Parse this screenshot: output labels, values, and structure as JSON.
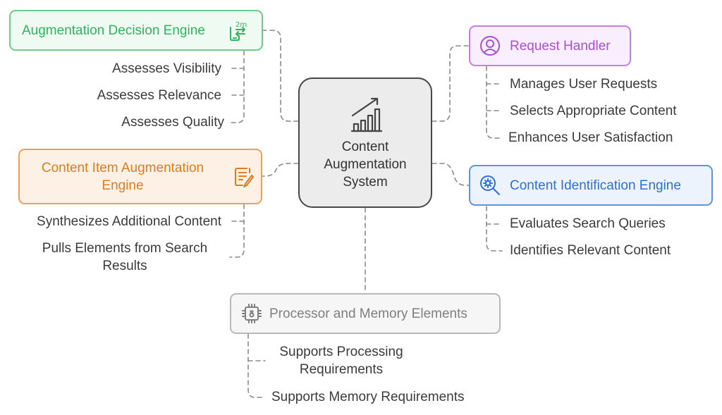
{
  "center": {
    "title_line1": "Content",
    "title_line2": "Augmentation",
    "title_line3": "System",
    "icon": "chart-growth-icon"
  },
  "nodes": {
    "decision": {
      "label": "Augmentation Decision Engine",
      "icon": "phone-sync-icon",
      "color": "#2fb45c",
      "items": [
        "Assesses Visibility",
        "Assesses Relevance",
        "Assesses Quality"
      ]
    },
    "request": {
      "label": "Request Handler",
      "icon": "user-circle-icon",
      "color": "#a94fd3",
      "items": [
        "Manages User Requests",
        "Selects Appropriate Content",
        "Enhances User Satisfaction"
      ]
    },
    "item_aug": {
      "label_line1": "Content Item Augmentation",
      "label_line2": "Engine",
      "icon": "document-edit-icon",
      "color": "#dd7d22",
      "items": [
        "Synthesizes Additional Content"
      ],
      "pulls_line1": "Pulls Elements from Search",
      "pulls_line2": "Results"
    },
    "identification": {
      "label": "Content Identification Engine",
      "icon": "search-gear-icon",
      "color": "#2f6fd8",
      "items": [
        "Evaluates Search Queries",
        "Identifies Relevant Content"
      ]
    },
    "processor": {
      "label": "Processor and Memory Elements",
      "icon": "chip-icon",
      "color": "#7f7f7f",
      "support_proc_line1": "Supports Processing",
      "support_proc_line2": "Requirements",
      "support_mem": "Supports Memory Requirements"
    }
  }
}
